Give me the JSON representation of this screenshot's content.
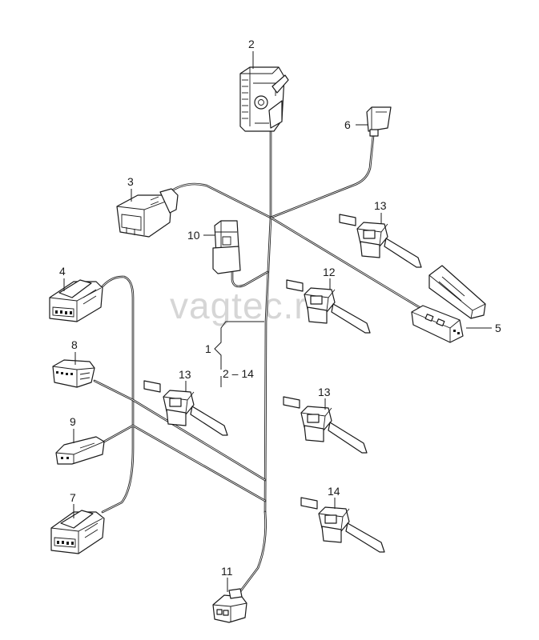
{
  "watermark": "vagteс.ru",
  "callouts": {
    "c1": "1",
    "c2": "2",
    "c3": "3",
    "c4": "4",
    "c5": "5",
    "c6": "6",
    "c7": "7",
    "c8": "8",
    "c9": "9",
    "c10": "10",
    "c11": "11",
    "c12": "12",
    "c13a": "13",
    "c13b": "13",
    "c13c": "13",
    "c14": "14",
    "range": "2 – 14"
  }
}
